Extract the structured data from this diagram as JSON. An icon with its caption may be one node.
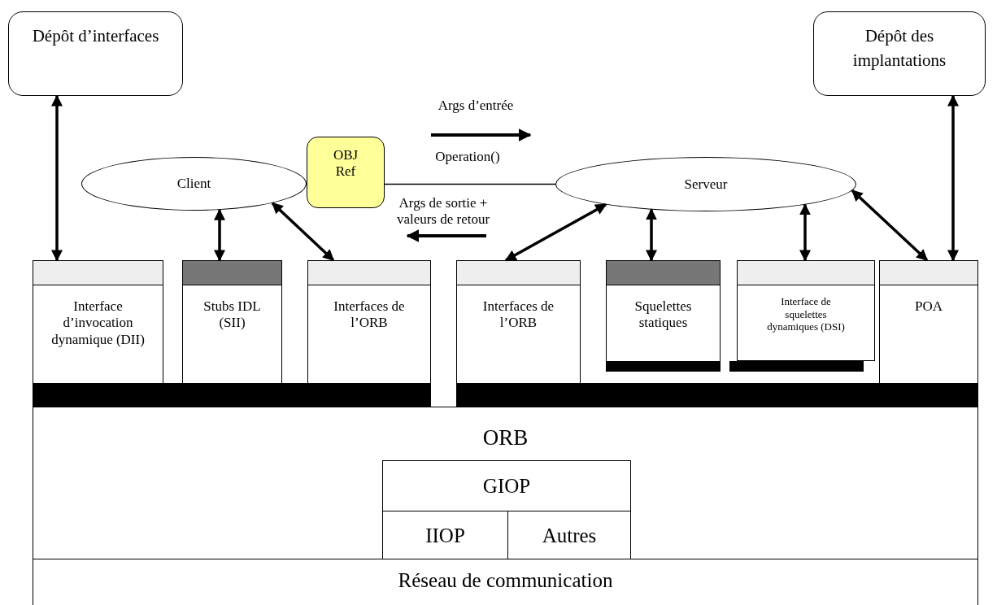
{
  "diagram": {
    "nodes": [
      {
        "text": [
          "Dépôt d’interfaces"
        ]
      },
      {
        "text": [
          "Dépôt des implantations"
        ]
      },
      {
        "text": [
          "Client"
        ]
      },
      {
        "text": [
          "OBJ Ref"
        ]
      },
      {
        "text": [
          "Serveur"
        ]
      },
      {
        "text": [
          "Interface d’invocation dynamique (DII)"
        ]
      },
      {
        "text": [
          "Stubs IDL (SII)"
        ]
      },
      {
        "text": [
          "Interfaces de l’ORB"
        ]
      },
      {
        "text": [
          "Interfaces de l’ORB"
        ]
      },
      {
        "text": [
          "Squelettes statiques"
        ]
      },
      {
        "text": [
          "Interface de squelettes dynamiques (DSI)"
        ]
      },
      {
        "text": [
          "POA"
        ]
      },
      {
        "text": [],
        "shape": "bar"
      },
      {
        "text": [],
        "shape": "bar"
      },
      {
        "text": [],
        "shape": "bar"
      },
      {
        "text": [],
        "shape": "bar"
      },
      {
        "text": [
          "ORB"
        ]
      },
      {
        "text": [
          "GIOP"
        ],
        "in": 16
      },
      {
        "text": [
          "IIOP"
        ],
        "in": 16
      },
      {
        "text": [
          "Autres"
        ],
        "in": 16
      },
      {
        "text": [
          "Réseau de communication"
        ]
      }
    ],
    "edges": [
      {
        "from": 0,
        "to": 5,
        "arrow": "both"
      },
      {
        "from": 2,
        "to": 6,
        "arrow": "both"
      },
      {
        "from": 2,
        "to": 7,
        "arrow": "both"
      },
      {
        "from": 4,
        "to": 8,
        "arrow": "both"
      },
      {
        "from": 4,
        "to": 9,
        "arrow": "both"
      },
      {
        "from": 4,
        "to": 10,
        "arrow": "both"
      },
      {
        "from": 4,
        "to": 11,
        "arrow": "both"
      },
      {
        "from": 1,
        "to": 11,
        "arrow": "both"
      },
      {
        "from": 3,
        "to": 4,
        "arrow": "none"
      }
    ],
    "labels": [
      "Args d’entrée",
      "Operation()",
      "Args de sortie + valeurs de retour"
    ]
  }
}
